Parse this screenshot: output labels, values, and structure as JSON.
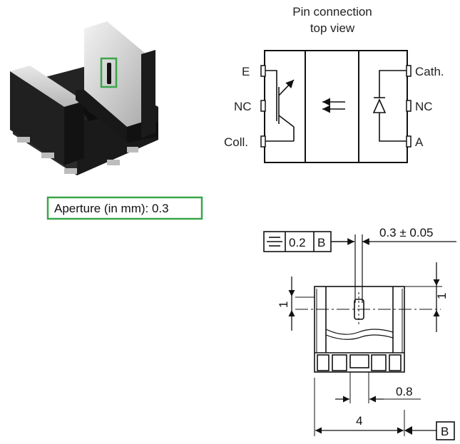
{
  "pin_diagram": {
    "title_line1": "Pin connection",
    "title_line2": "top view",
    "pins_left": [
      "E",
      "NC",
      "Coll."
    ],
    "pins_right": [
      "Cath.",
      "NC",
      "A"
    ]
  },
  "photo": {
    "aperture_caption": "Aperture (in mm): 0.3",
    "highlight_color": "#3aa64a"
  },
  "drawing": {
    "tolerance_frame": {
      "symbol": "symmetry",
      "value": "0.2",
      "datum": "B"
    },
    "slit_width": "0.3 ± 0.05",
    "left_height": "1",
    "right_height": "1",
    "pitch": "0.8",
    "overall_width": "4",
    "datum_label": "B"
  },
  "colors": {
    "line": "#111111",
    "device_body": "#1f1f1f",
    "device_metal": "#c9c9c9"
  }
}
